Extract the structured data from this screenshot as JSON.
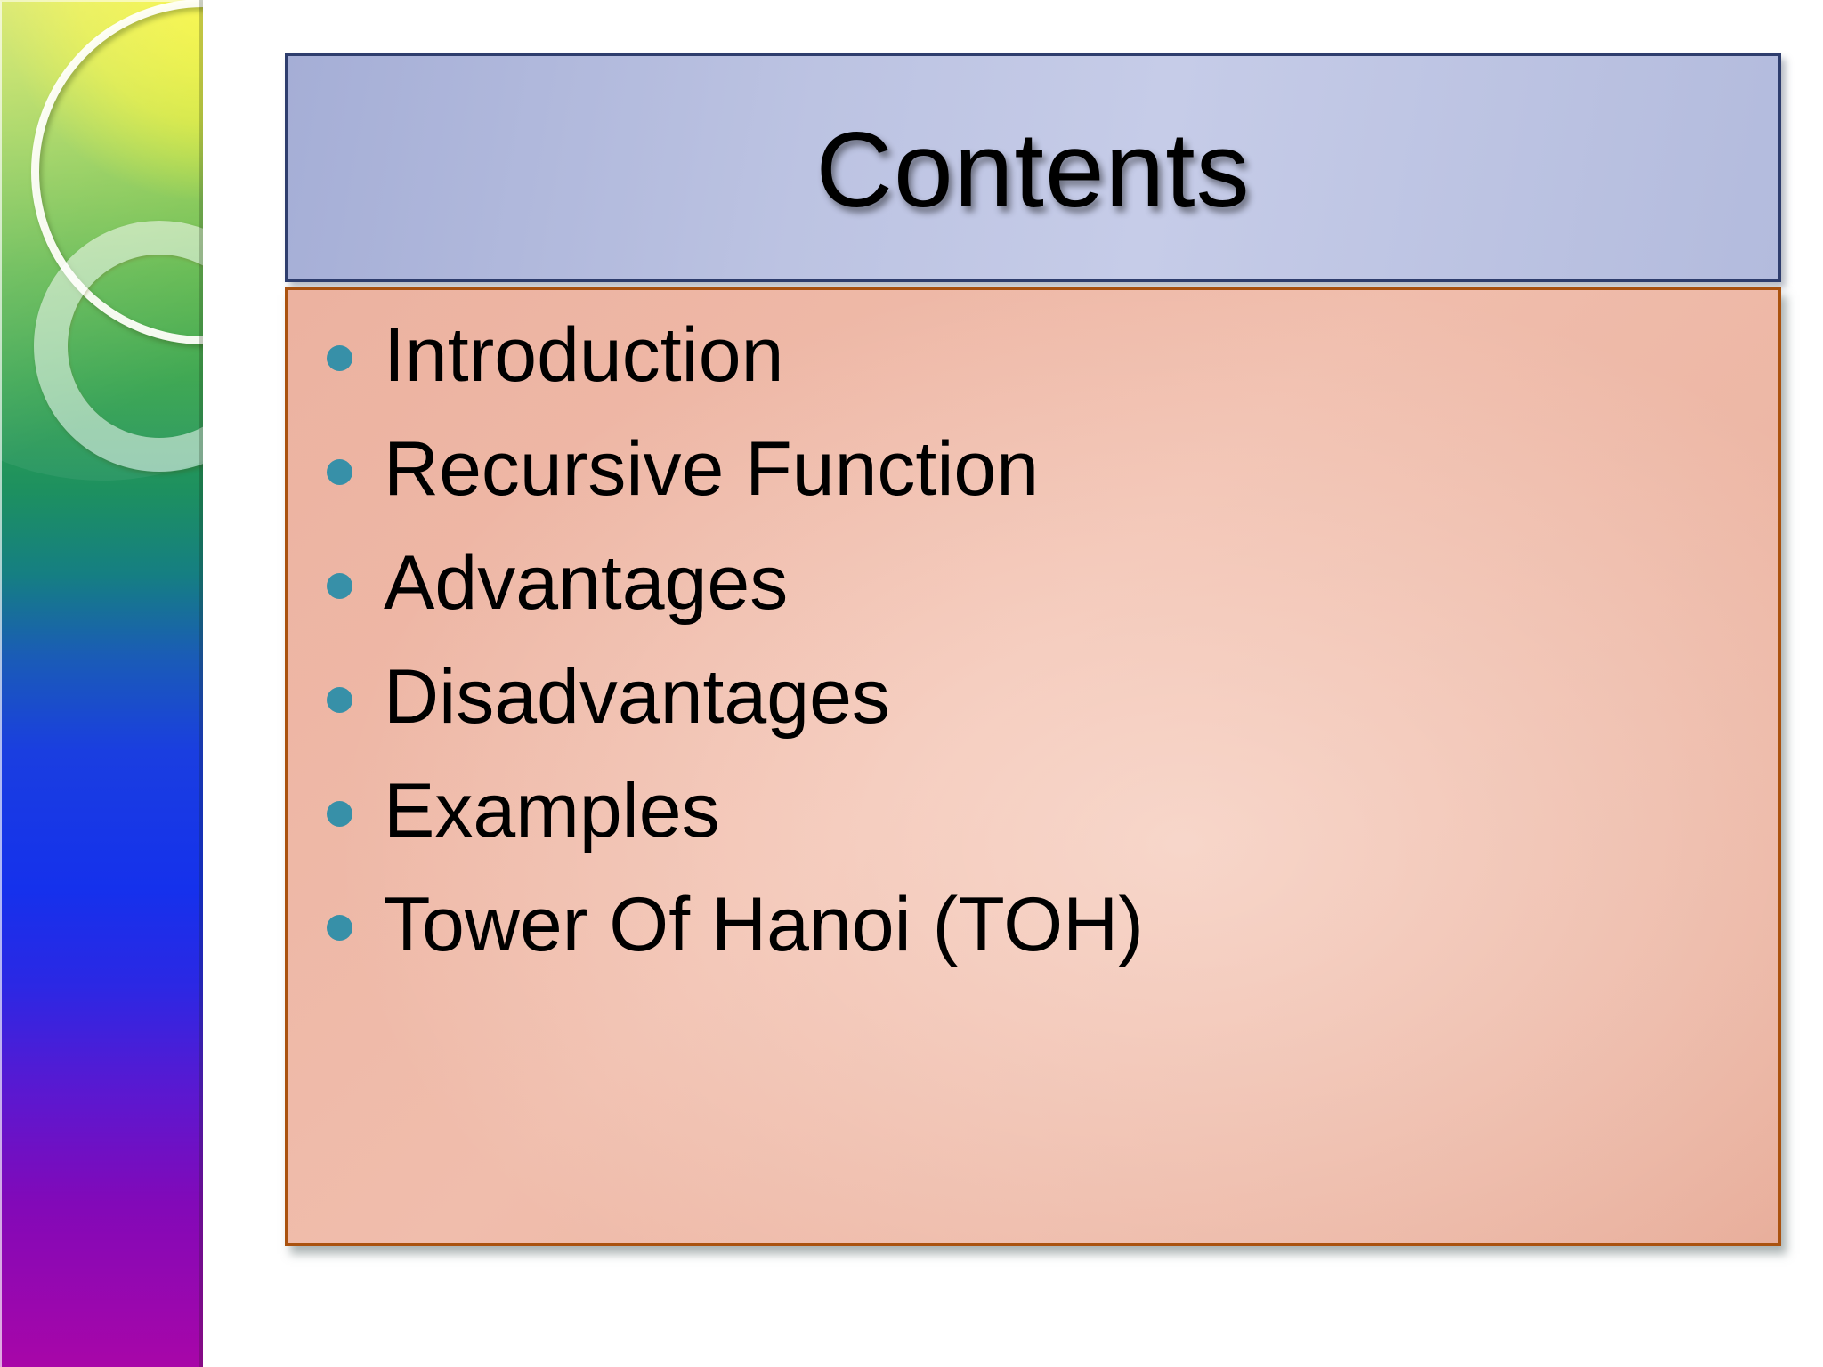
{
  "slide": {
    "title": "Contents",
    "bullets": [
      "Introduction",
      "Recursive Function",
      "Advantages",
      "Disadvantages",
      "Examples",
      "Tower Of Hanoi (TOH)"
    ]
  },
  "colors": {
    "title_border": "#2e3d6d",
    "title_fill_left": "#a5aed6",
    "title_fill_center": "#c6cce8",
    "content_border": "#aa520f",
    "content_fill": "#eeb8a7",
    "bullet_dot": "#3790a8",
    "sidebar_yellow": "#f8f400",
    "sidebar_green": "#52b23e",
    "sidebar_teal": "#157f82",
    "sidebar_blue": "#1531ec",
    "sidebar_magenta": "#a806a8",
    "text": "#000000"
  }
}
